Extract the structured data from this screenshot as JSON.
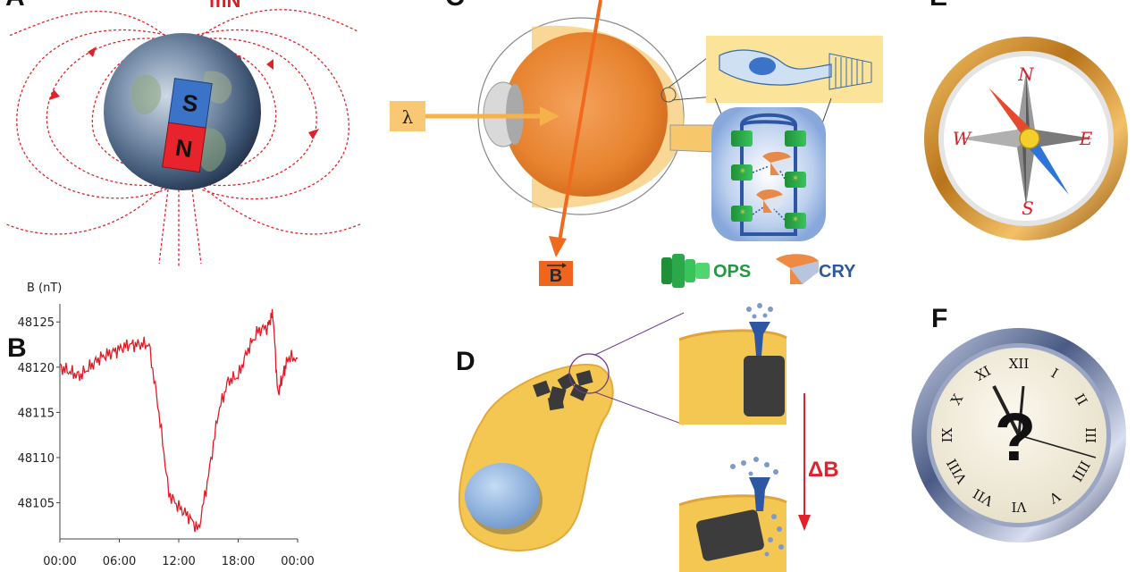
{
  "panels": {
    "A": {
      "letter": "A",
      "top_label": "mN",
      "magnet_south": "S",
      "magnet_north": "N"
    },
    "B": {
      "letter": "B",
      "ylabel": "B (nT)"
    },
    "C": {
      "letter": "C",
      "light_label": "λ",
      "field_label": "B",
      "legend_ops": "OPS",
      "legend_cry": "CRY"
    },
    "D": {
      "letter": "D",
      "delta_label": "ΔB"
    },
    "E": {
      "letter": "E",
      "north": "N",
      "east": "E",
      "south": "S",
      "west": "W"
    },
    "F": {
      "letter": "F",
      "question": "?",
      "numerals": [
        "XII",
        "I",
        "II",
        "III",
        "IIII",
        "V",
        "VI",
        "VII",
        "VIII",
        "IX",
        "X",
        "XI"
      ]
    }
  },
  "chart_data": {
    "type": "line",
    "title": "",
    "xlabel": "",
    "ylabel": "B (nT)",
    "x_ticks": [
      "00:00",
      "06:00",
      "12:00",
      "18:00",
      "00:00"
    ],
    "y_ticks": [
      48105,
      48110,
      48115,
      48120,
      48125
    ],
    "xlim": [
      0,
      24
    ],
    "ylim": [
      48101,
      48127
    ],
    "series": [
      {
        "color": "#e01b24",
        "x": [
          0,
          1,
          2,
          3,
          4,
          5,
          6,
          7,
          8,
          9,
          10,
          11,
          12,
          13,
          14,
          15,
          16,
          17,
          18,
          19,
          20,
          21,
          21.5,
          22,
          22.5,
          23,
          24
        ],
        "y": [
          48120,
          48119.5,
          48119,
          48120,
          48121,
          48121.5,
          48122,
          48122.5,
          48122.5,
          48122.5,
          48115,
          48106,
          48104.5,
          48103.5,
          48102,
          48108,
          48115,
          48118.5,
          48119,
          48122,
          48124,
          48124.5,
          48126,
          48117,
          48119,
          48121,
          48121
        ]
      }
    ]
  }
}
